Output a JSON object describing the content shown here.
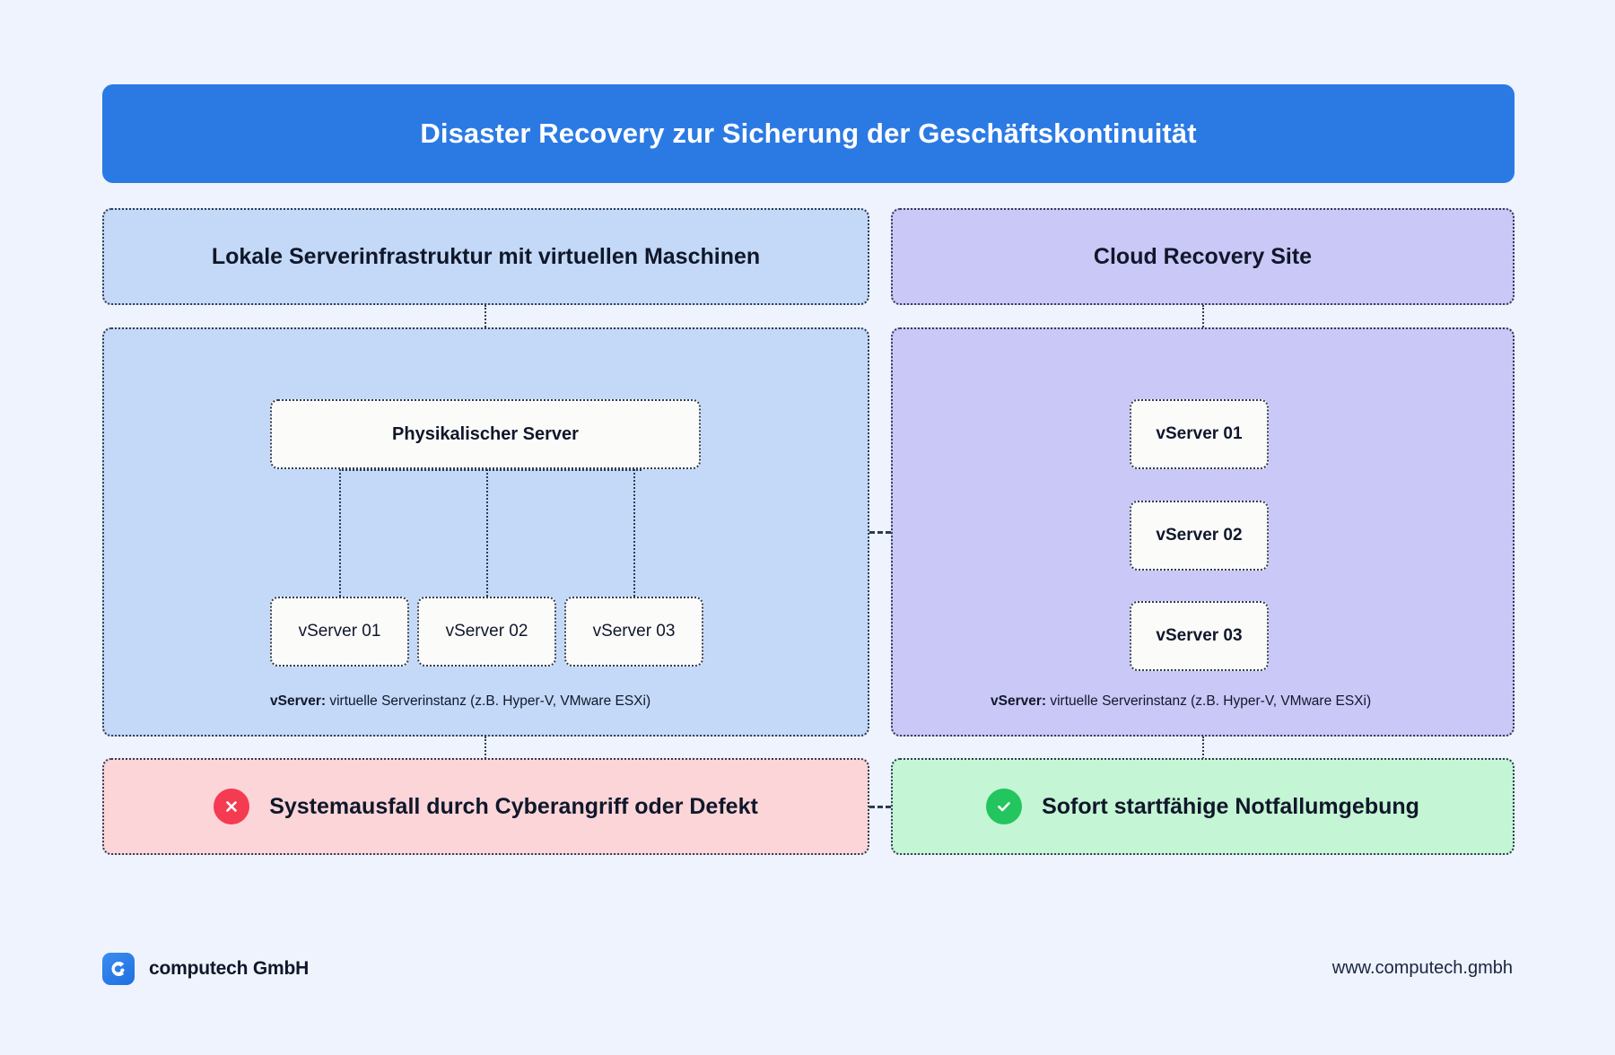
{
  "title": {
    "text": "Disaster Recovery zur Sicherung der Geschäftskontinuität",
    "background_color": "#2b7ae4",
    "text_color": "#ffffff"
  },
  "columns": {
    "left": {
      "header": "Lokale Serverinfrastruktur mit virtuellen Maschinen",
      "panel_color": "#c3d9f7",
      "root_node": "Physikalischer Server",
      "vm_nodes": [
        "vServer 01",
        "vServer 02",
        "vServer 03"
      ],
      "footnote_label": "vServer:",
      "footnote_text": " virtuelle Serverinstanz (z.B. Hyper-V, VMware ESXi)",
      "status": {
        "icon": "error-cross-icon",
        "icon_color": "#f43b52",
        "label": "Systemausfall durch Cyberangriff oder Defekt",
        "background_color": "#fbd5d8"
      }
    },
    "right": {
      "header": "Cloud Recovery Site",
      "panel_color": "#c9c8f7",
      "vm_nodes": [
        "vServer 01",
        "vServer 02",
        "vServer 03"
      ],
      "footnote_label": "vServer:",
      "footnote_text": " virtuelle Serverinstanz (z.B. Hyper-V, VMware ESXi)",
      "status": {
        "icon": "success-check-icon",
        "icon_color": "#22c55e",
        "label": "Sofort startfähige Notfallumgebung",
        "background_color": "#c4f5d4"
      }
    }
  },
  "footer": {
    "brand_name": "computech GmbH",
    "logo_icon": "computech-c-logo-icon",
    "url": "www.computech.gmbh"
  }
}
